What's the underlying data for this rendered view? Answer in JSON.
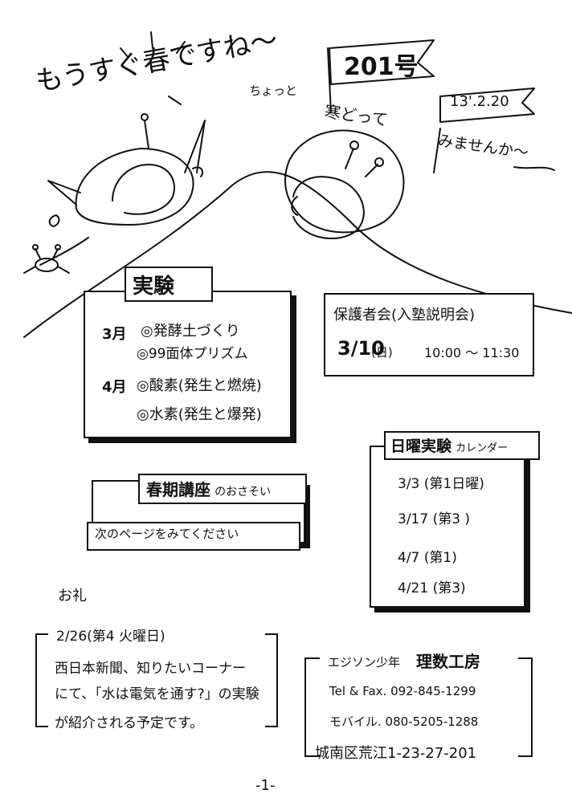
{
  "header": {
    "headline": "もうすぐ春ですね～",
    "subtitle": "ちょっと",
    "subtitle2": "寒どって",
    "subtitle3": "みませんか～",
    "issue": "201号",
    "date": "13'.2.20"
  },
  "experiments": {
    "title": "実験",
    "groups": [
      {
        "month": "3月",
        "items": [
          "◎発酵土づくり",
          "◎99面体プリズム"
        ]
      },
      {
        "month": "4月",
        "items": [
          "◎酸素(発生と燃焼)",
          "◎水素(発生と爆発)"
        ]
      }
    ]
  },
  "parents": {
    "title": "保護者会(入塾説明会)",
    "date": "3/10",
    "day": "(日)",
    "time": "10:00 ～ 11:30"
  },
  "sunday": {
    "title": "日曜実験",
    "title_suffix": "カレンダー",
    "items": [
      "3/3 (第1日曜)",
      "3/17 (第3 )",
      "4/7 (第1)",
      "4/21 (第3)"
    ]
  },
  "spring": {
    "title": "春期講座",
    "title_suffix": "のおさそい",
    "note": "次のページをみてください"
  },
  "thanks": {
    "label": "お礼",
    "date": "2/26(第4 火曜日)",
    "lines": [
      "西日本新聞、知りたいコーナー",
      "にて、「水は電気を通す?」の実験",
      "が紹介される予定です。"
    ]
  },
  "contact": {
    "org": "エジソン少年",
    "org_name": "理数工房",
    "tel": "Tel & Fax. 092-845-1299",
    "mobile": "モバイル. 080-5205-1288",
    "address": "城南区荒江1-23-27-201"
  },
  "page_number": "-1-"
}
